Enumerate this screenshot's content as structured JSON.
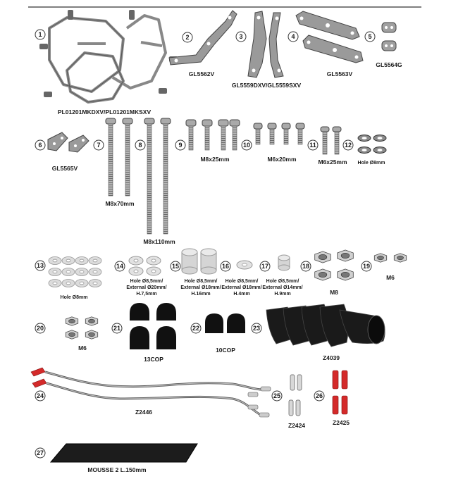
{
  "parts": [
    {
      "n": "1",
      "code": "PL01201MKDXV/PL01201MKSXV"
    },
    {
      "n": "2",
      "code": "GL5562V"
    },
    {
      "n": "3",
      "code": "GL5559DXV/GL5559SXV"
    },
    {
      "n": "4",
      "code": "GL5563V"
    },
    {
      "n": "5",
      "code": "GL5564G"
    },
    {
      "n": "6",
      "code": "GL5565V"
    },
    {
      "n": "7",
      "code": ""
    },
    {
      "n": "8",
      "code": "M8x70mm",
      "code2": "M8x110mm"
    },
    {
      "n": "9",
      "code": "M8x25mm"
    },
    {
      "n": "10",
      "code": "M6x20mm"
    },
    {
      "n": "11",
      "code": "M6x25mm"
    },
    {
      "n": "12",
      "code": "Hole Ø8mm"
    },
    {
      "n": "13",
      "code": "Hole Ø8mm"
    },
    {
      "n": "14",
      "lines": [
        "Hole Ø8,5mm/",
        "External Ø20mm/",
        "H.7,5mm"
      ]
    },
    {
      "n": "15",
      "lines": [
        "Hole Ø8,5mm/",
        "External Ø18mm/",
        "H.16mm"
      ]
    },
    {
      "n": "16",
      "lines": [
        "Hole Ø8,5mm/",
        "External Ø18mm/",
        "H.4mm"
      ]
    },
    {
      "n": "17",
      "lines": [
        "Hole Ø8,5mm/",
        "External Ø14mm/",
        "H.9mm"
      ]
    },
    {
      "n": "18",
      "code": "M8"
    },
    {
      "n": "19",
      "code": "M6"
    },
    {
      "n": "20",
      "code": "M6"
    },
    {
      "n": "21",
      "code": "13COP"
    },
    {
      "n": "22",
      "code": "10COP"
    },
    {
      "n": "23",
      "code": "Z4039"
    },
    {
      "n": "24",
      "code": "Z2446"
    },
    {
      "n": "25",
      "code": "Z2424"
    },
    {
      "n": "26",
      "code": "Z2425"
    },
    {
      "n": "27",
      "code": "MOUSSE 2 L.150mm"
    }
  ],
  "colors": {
    "metal": "#a9a9a9",
    "metal_dark": "#6e6e6e",
    "black": "#111111",
    "red": "#d42a2a",
    "washer": "#dcdcdc"
  }
}
